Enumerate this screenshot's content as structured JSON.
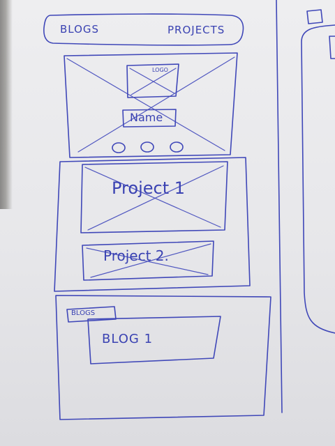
{
  "header": {
    "nav_left": "BLOGS",
    "nav_right": "PROJECTS"
  },
  "hero": {
    "logo_label": "LOGO",
    "name_label": "Name",
    "dots": 3
  },
  "projects": [
    {
      "label": "Project 1"
    },
    {
      "label": "Project 2."
    }
  ],
  "blogs": {
    "section_label": "BLOGS",
    "items": [
      {
        "label": "BLOG 1"
      }
    ]
  },
  "colors": {
    "ink": "#3f47b8",
    "paper": "#eeeef0"
  }
}
